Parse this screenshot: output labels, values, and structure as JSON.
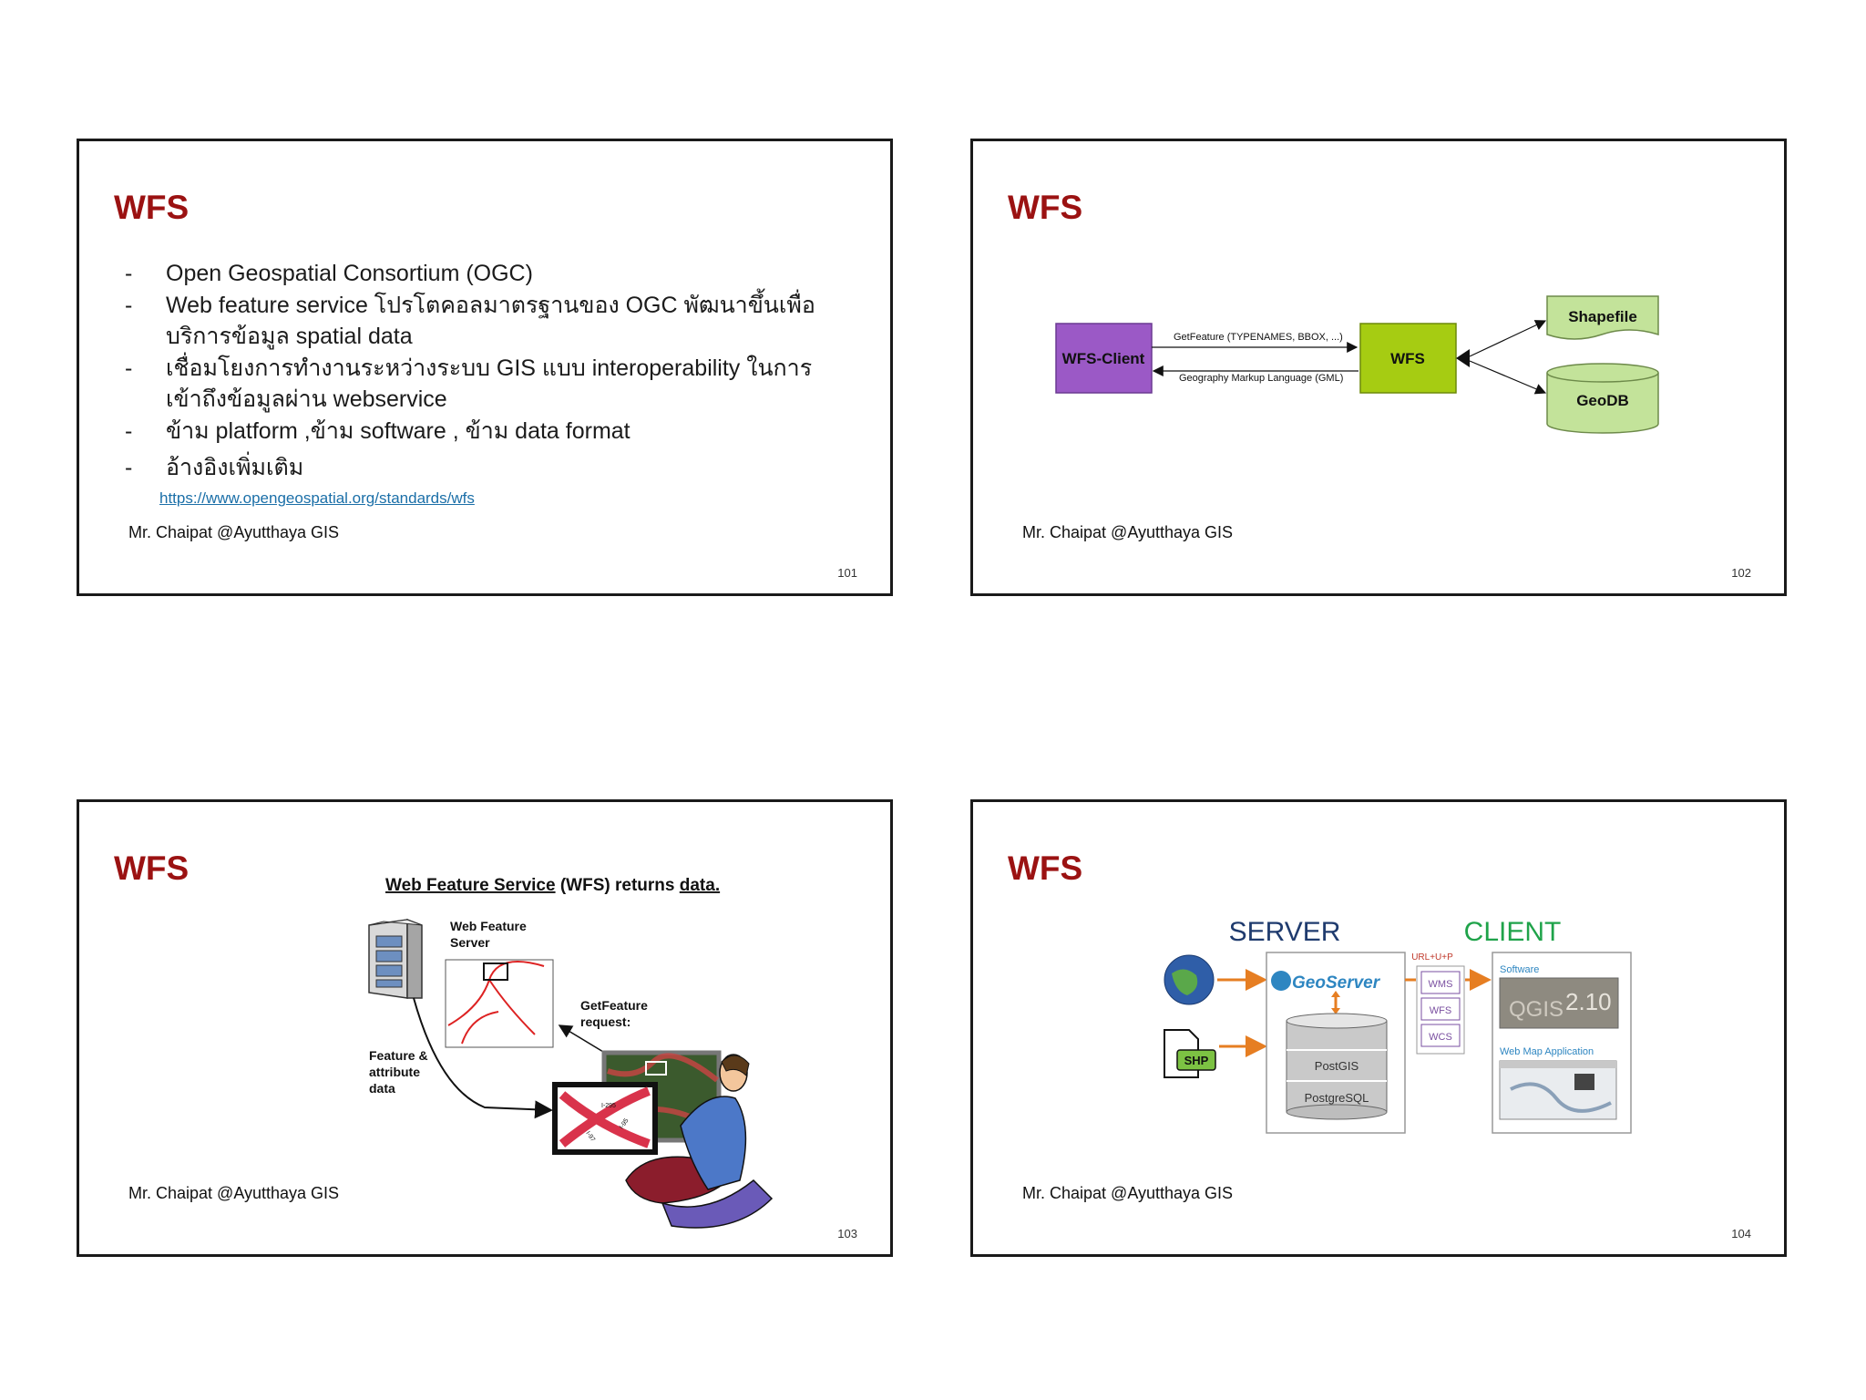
{
  "slides": [
    {
      "title": "WFS",
      "bullets": [
        "Open Geospatial Consortium (OGC)",
        "Web feature service โปรโตคอลมาตรฐานของ OGC พัฒนาขึ้นเพื่อ บริการข้อมูล spatial data",
        "เชื่อมโยงการทำงานระหว่างระบบ GIS แบบ interoperability ในการ เข้าถึงข้อมูลผ่าน webservice",
        "ข้าม platform ,ข้าม software , ข้าม data format",
        "อ้างอิงเพิ่มเติม"
      ],
      "link": "https://www.opengeospatial.org/standards/wfs",
      "author": "Mr. Chaipat @Ayutthaya GIS",
      "page": "101"
    },
    {
      "title": "WFS",
      "diagram": {
        "client": "WFS-Client",
        "server": "WFS",
        "request": "GetFeature (TYPENAMES, BBOX, ...)",
        "response": "Geography Markup Language (GML)",
        "source1": "Shapefile",
        "source2": "GeoDB"
      },
      "author": "Mr. Chaipat @Ayutthaya GIS",
      "page": "102"
    },
    {
      "title": "WFS",
      "heading_a": "Web Feature Service",
      "heading_b": " (WFS) returns ",
      "heading_c": "data.",
      "server_label_1": "Web Feature",
      "server_label_2": "Server",
      "request_1": "GetFeature",
      "request_2": "request:",
      "feature_1": "Feature &",
      "feature_2": "attribute",
      "feature_3": "data",
      "road_1": "I-295",
      "road_2": "I-95",
      "road_3": "I-97",
      "author": "Mr. Chaipat @Ayutthaya GIS",
      "page": "103"
    },
    {
      "title": "WFS",
      "server": "SERVER",
      "client": "CLIENT",
      "geoserver": "GeoServer",
      "urlup": "URL+U+P",
      "services": [
        "WMS",
        "WFS",
        "WCS"
      ],
      "db1": "PostGIS",
      "db2": "PostgreSQL",
      "shp": "SHP",
      "software": "Software",
      "qgis": "QGIS",
      "qgis_ver": "2.10",
      "webmap": "Web Map Application",
      "author": "Mr. Chaipat @Ayutthaya GIS",
      "page": "104"
    }
  ],
  "colors": {
    "title": "#9b1212",
    "client_box": "#9b59c6",
    "wfs_box": "#a6cc12",
    "source_box": "#c3e39a",
    "server_text": "#1f3b6e",
    "client_text": "#1fa34a",
    "arrow_orange": "#e67e22"
  }
}
